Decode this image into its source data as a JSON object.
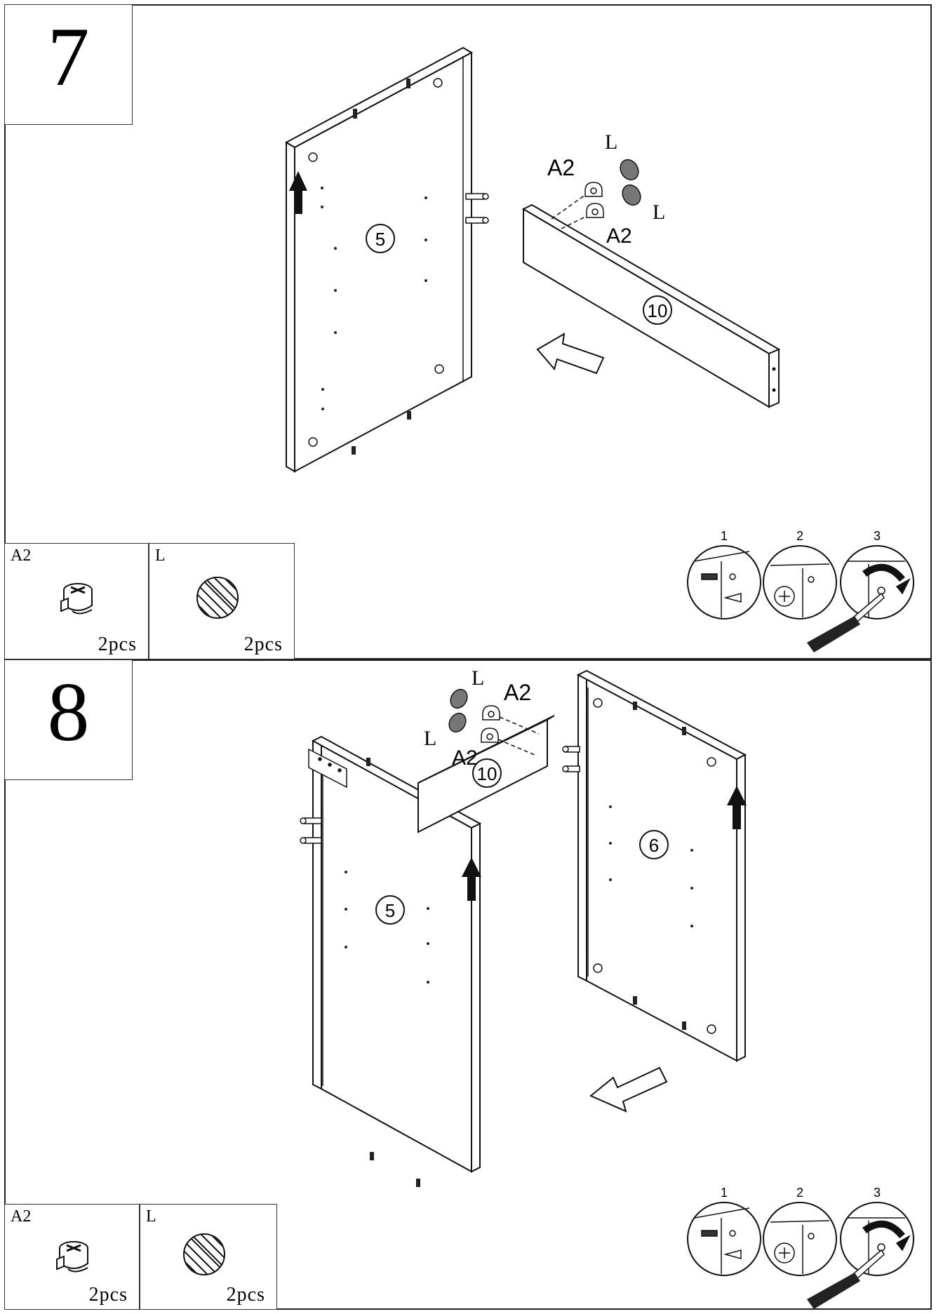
{
  "steps": [
    {
      "number": "7",
      "labels": {
        "panel_a": "5",
        "panel_b": "10",
        "cam_top": "A2",
        "cam_bottom": "A2",
        "cap_top": "L",
        "cap_bottom": "L"
      },
      "parts": [
        {
          "code": "A2",
          "qty": "2pcs",
          "icon": "cam-lock-icon"
        },
        {
          "code": "L",
          "qty": "2pcs",
          "icon": "cover-cap-icon"
        }
      ],
      "procedure": [
        "1",
        "2",
        "3"
      ]
    },
    {
      "number": "8",
      "labels": {
        "panel_a": "5",
        "panel_b": "10",
        "panel_c": "6",
        "cam_top": "A2",
        "cam_bottom": "A2",
        "cap_top": "L",
        "cap_bottom": "L"
      },
      "parts": [
        {
          "code": "A2",
          "qty": "2pcs",
          "icon": "cam-lock-icon"
        },
        {
          "code": "L",
          "qty": "2pcs",
          "icon": "cover-cap-icon"
        }
      ],
      "procedure": [
        "1",
        "2",
        "3"
      ]
    }
  ]
}
